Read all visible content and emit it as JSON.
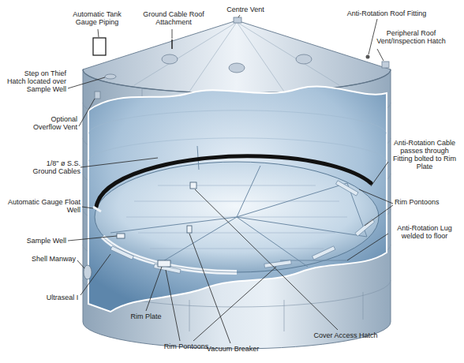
{
  "diagram": {
    "labels": [
      "Automatic Tank Gauge Piping",
      "Ground Cable Roof Attachment",
      "Centre Vent",
      "Anti-Rotation Roof Fitting",
      "Peripheral Roof Vent/Inspection Hatch",
      "Step on Thief Hatch located over Sample Well",
      "Optional Overflow Vent",
      "1/8\" ø S.S. Ground Cables",
      "Anti-Rotation Cable passes through Fitting bolted to Rim Plate",
      "Rim Pontoons",
      "Automatic Gauge Float Well",
      "Anti-Rotation Lug welded to floor",
      "Sample Well",
      "Shell Manway",
      "Ultraseal I",
      "Rim Plate",
      "Rim Pontoons",
      "Cover Access Hatch",
      "Vacuum Breaker"
    ]
  }
}
